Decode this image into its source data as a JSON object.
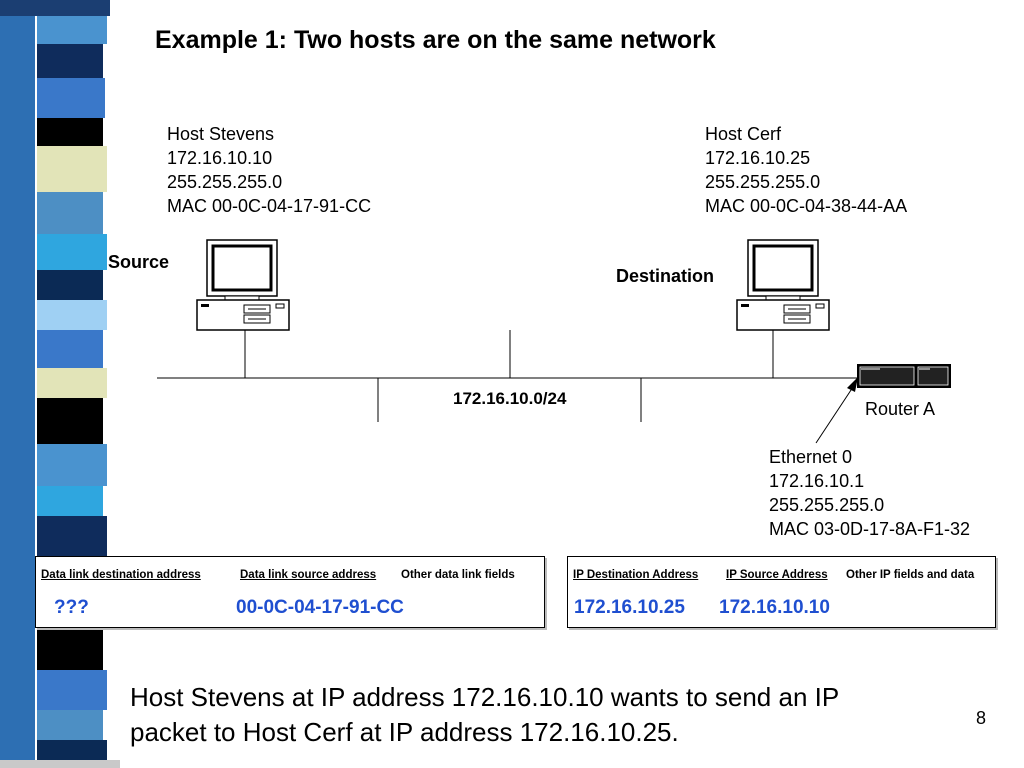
{
  "title": "Example 1: Two hosts are on the same network",
  "source": {
    "role": "Source",
    "lines": [
      "Host Stevens",
      "172.16.10.10",
      "255.255.255.0",
      "MAC 00-0C-04-17-91-CC"
    ]
  },
  "destination": {
    "role": "Destination",
    "lines": [
      "Host Cerf",
      "172.16.10.25",
      "255.255.255.0",
      "MAC 00-0C-04-38-44-AA"
    ]
  },
  "network_label": "172.16.10.0/24",
  "router": {
    "label": "Router A",
    "interface_lines": [
      "Ethernet 0",
      "172.16.10.1",
      "255.255.255.0",
      "MAC 03-0D-17-8A-F1-32"
    ]
  },
  "datalink_frame": {
    "headers": [
      "Data link destination address",
      "Data link source address",
      "Other data link fields"
    ],
    "values": [
      "???",
      "00-0C-04-17-91-CC"
    ]
  },
  "ip_packet": {
    "headers": [
      "IP Destination Address",
      "IP Source Address",
      "Other IP fields and data"
    ],
    "values": [
      "172.16.10.25",
      "172.16.10.10"
    ]
  },
  "caption": {
    "line1": "Host Stevens at IP address 172.16.10.10 wants to send an IP",
    "line2": "packet to Host Cerf at IP address 172.16.10.25."
  },
  "page_number": "8",
  "colors": {
    "value_text": "#1f4fd0"
  }
}
